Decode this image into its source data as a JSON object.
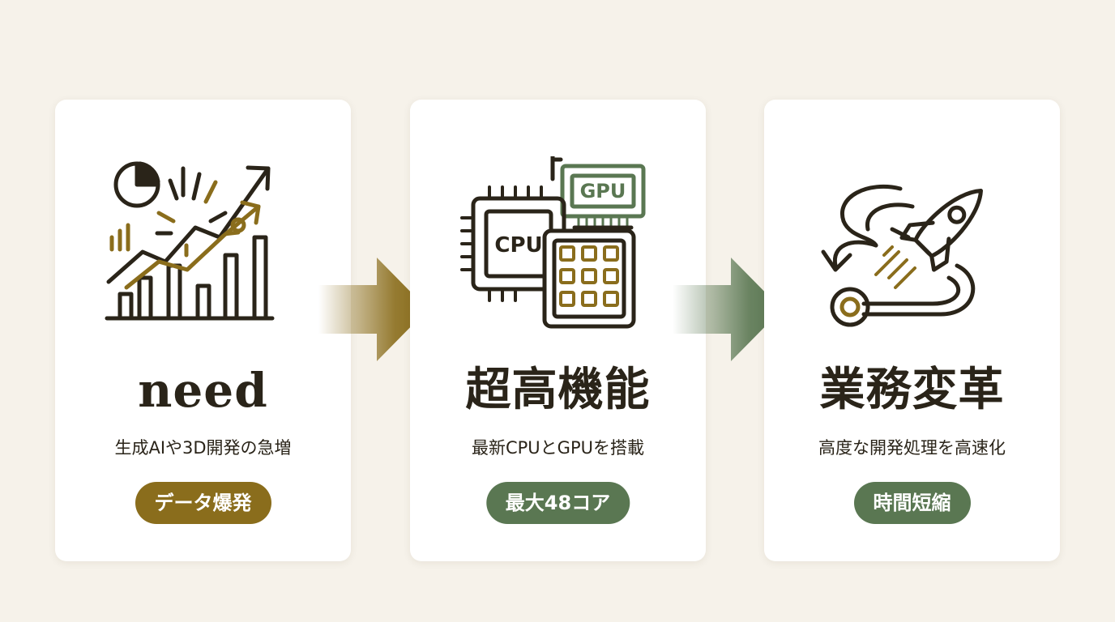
{
  "colors": {
    "background": "#f6f2ea",
    "card": "#ffffff",
    "ink": "#2a2419",
    "gold": "#8a6d1c",
    "green": "#5a7752"
  },
  "cards": [
    {
      "title": "need",
      "description": "生成AIや3D開発の急増",
      "badge": "データ爆発",
      "icon": "growth-chart-icon"
    },
    {
      "title": "超高機能",
      "description": "最新CPUとGPUを搭載",
      "badge": "最大48コア",
      "icon": "cpu-gpu-icon",
      "cpu_label": "CPU",
      "gpu_label": "GPU"
    },
    {
      "title": "業務変革",
      "description": "高度な開発処理を高速化",
      "badge": "時間短縮",
      "icon": "rocket-icon"
    }
  ],
  "arrows": [
    {
      "icon": "arrow-right-icon",
      "color": "#8a6d1c"
    },
    {
      "icon": "arrow-right-icon",
      "color": "#5a7752"
    }
  ]
}
